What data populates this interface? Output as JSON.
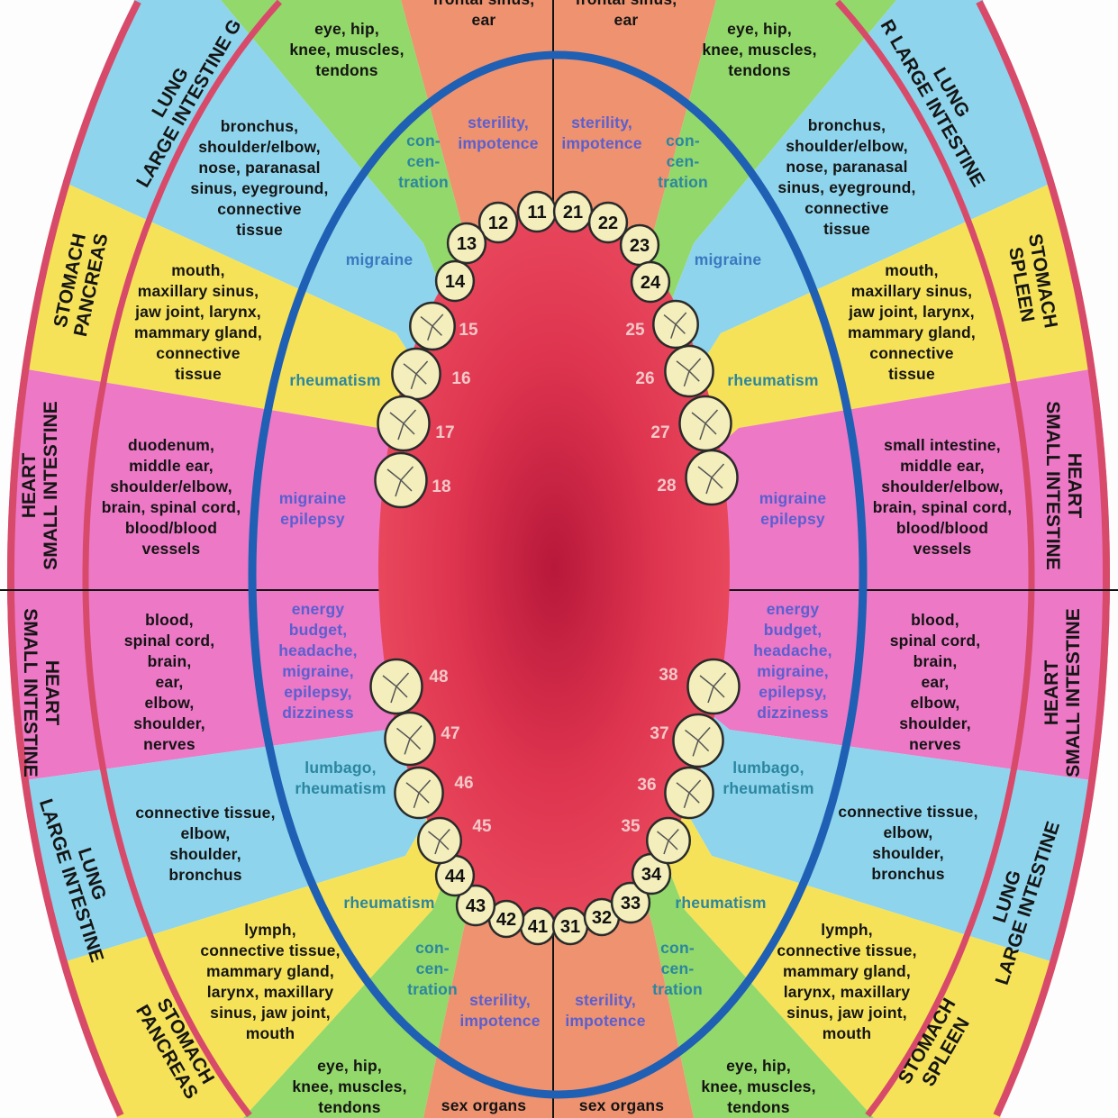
{
  "colors": {
    "orange": "#ee9270",
    "green": "#92d86a",
    "light_blue": "#8ed4ec",
    "yellow": "#f6e258",
    "pink": "#ec78c6",
    "outer_ring": "#d84a6a",
    "blue_ring": "#1f5fb4",
    "mouth": "#e0344f",
    "tooth": "#f3eebc"
  },
  "teeth": {
    "upper_left": [
      "11",
      "12",
      "13",
      "14",
      "15",
      "16",
      "17",
      "18"
    ],
    "upper_right": [
      "21",
      "22",
      "23",
      "24",
      "25",
      "26",
      "27",
      "28"
    ],
    "lower_left": [
      "41",
      "42",
      "43",
      "44",
      "45",
      "46",
      "47",
      "48"
    ],
    "lower_right": [
      "31",
      "32",
      "33",
      "34",
      "35",
      "36",
      "37",
      "38"
    ]
  },
  "organs": {
    "upper_left": [
      "LUNG\nLARGE INTESTINE G",
      "STOMACH\nPANCREAS",
      "HEART\nSMALL INTESTINE"
    ],
    "lower_left": [
      "HEART\nSMALL INTESTINE",
      "LUNG\nLARGE INTESTINE",
      "STOMACH\nPANCREAS"
    ],
    "upper_right": [
      "LUNG\nR LARGE INTESTINE",
      "STOMACH\nSPLEEN",
      "HEART\nSMALL INTESTINE"
    ],
    "lower_right": [
      "HEART\nSMALL INTESTINE",
      "LUNG\nLARGE INTESTINE",
      "STOMACH\nSPLEEN"
    ]
  },
  "left": {
    "frontal": "frontal sinus,\near",
    "eye_top": "eye, hip,\nknee, muscles,\ntendons",
    "sterility_top": "sterility,\nimpotence",
    "concentration_top": "con-\ncen-\ntration",
    "bronchus": "bronchus,\nshoulder/elbow,\nnose, paranasal\nsinus, eyeground,\nconnective\ntissue",
    "migraine": "migraine",
    "mouth": "mouth,\nmaxillary sinus,\njaw joint, larynx,\nmammary gland,\nconnective\ntissue",
    "rheumatism_top": "rheumatism",
    "duodenum": "duodenum,\nmiddle ear,\nshoulder/elbow,\nbrain, spinal cord,\nblood/blood\nvessels",
    "migraine_epilepsy": "migraine\nepilepsy",
    "blood": "blood,\nspinal cord,\nbrain,\near,\nelbow,\nshoulder,\nnerves",
    "energy": "energy\nbudget,\nheadache,\nmigraine,\nepilepsy,\ndizziness",
    "lumbago": "lumbago,\nrheumatism",
    "connective": "connective tissue,\nelbow,\nshoulder,\nbronchus",
    "rheumatism_bottom": "rheumatism",
    "lymph": "lymph,\nconnective tissue,\nmammary gland,\nlarynx, maxillary\nsinus, jaw joint,\nmouth",
    "concentration_bottom": "con-\ncen-\ntration",
    "sterility_bottom": "sterility,\nimpotence",
    "eye_bottom": "eye, hip,\nknee, muscles,\ntendons",
    "sex": "sex organs"
  },
  "right": {
    "frontal": "frontal sinus,\near",
    "eye_top": "eye, hip,\nknee, muscles,\ntendons",
    "sterility_top": "sterility,\nimpotence",
    "concentration_top": "con-\ncen-\ntration",
    "bronchus": "bronchus,\nshoulder/elbow,\nnose, paranasal\nsinus, eyeground,\nconnective\ntissue",
    "migraine": "migraine",
    "mouth": "mouth,\nmaxillary sinus,\njaw joint, larynx,\nmammary gland,\nconnective\ntissue",
    "rheumatism_top": "rheumatism",
    "small_intestine": "small intestine,\nmiddle ear,\nshoulder/elbow,\nbrain, spinal cord,\nblood/blood\nvessels",
    "migraine_epilepsy": "migraine\nepilepsy",
    "blood": "blood,\nspinal cord,\nbrain,\near,\nelbow,\nshoulder,\nnerves",
    "energy": "energy\nbudget,\nheadache,\nmigraine,\nepilepsy,\ndizziness",
    "lumbago": "lumbago,\nrheumatism",
    "connective": "connective tissue,\nelbow,\nshoulder,\nbronchus",
    "rheumatism_bottom": "rheumatism",
    "lymph": "lymph,\nconnective tissue,\nmammary gland,\nlarynx, maxillary\nsinus, jaw joint,\nmouth",
    "concentration_bottom": "con-\ncen-\ntration",
    "sterility_bottom": "sterility,\nimpotence",
    "eye_bottom": "eye, hip,\nknee, muscles,\ntendons",
    "sex": "sex organs"
  }
}
